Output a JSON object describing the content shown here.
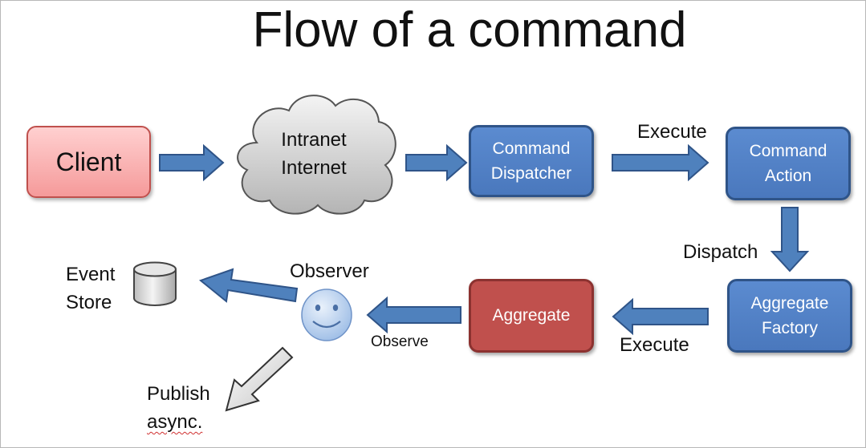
{
  "title": "Flow of a command",
  "nodes": {
    "client": "Client",
    "network": "Intranet\nInternet",
    "command_dispatcher": "Command\nDispatcher",
    "command_action": "Command\nAction",
    "aggregate_factory": "Aggregate\nFactory",
    "aggregate": "Aggregate",
    "observer": "Observer",
    "event_store_line1": "Event",
    "event_store_line2": "Store",
    "publish_line1": "Publish",
    "publish_line2": "async."
  },
  "edge_labels": {
    "execute_top": "Execute",
    "dispatch": "Dispatch",
    "execute_bottom": "Execute",
    "observe": "Observe"
  },
  "colors": {
    "process_blue": "#4f81bd",
    "client_pink": "#f59a9a",
    "aggregate_red": "#c0504d",
    "arrow_blue": "#4f81bd"
  },
  "icons": [
    "cloud-icon",
    "database-cylinder-icon",
    "smiley-face-icon"
  ]
}
